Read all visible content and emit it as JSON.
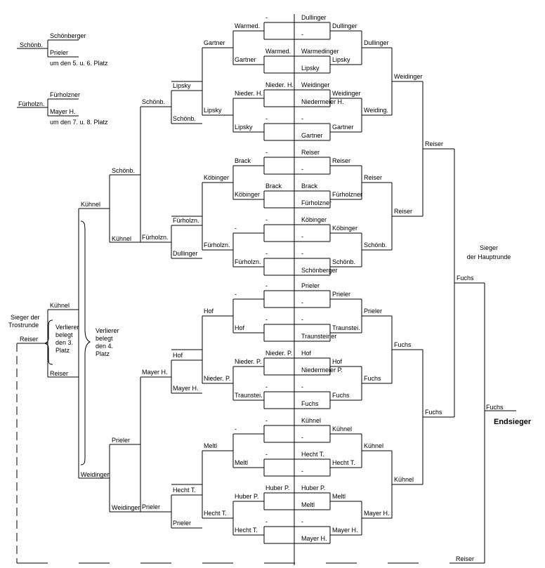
{
  "top_left": {
    "p5_pre": "Schönb.",
    "p5_a": "Schönberger",
    "p5_b": "Prieler",
    "p5_caption": "um den 5. u. 6. Platz",
    "p7_pre": "Fürholzn.",
    "p7_a": "Fürholzner",
    "p7_b": "Mayer H.",
    "p7_caption": "um den 7. u. 8. Platz"
  },
  "consolation": {
    "title_1": "Sieger der",
    "title_2": "Trostrunde",
    "winner": "Reiser",
    "semi_a": "Kühnel",
    "semi_b": "Reiser",
    "note3_1": "Verlierer",
    "note3_2": "belegt",
    "note3_3": "den 3.",
    "note3_4": "Platz",
    "note4_1": "Verlierer",
    "note4_2": "belegt",
    "note4_3": "den 4.",
    "note4_4": "Platz",
    "final_a": "Kühnel",
    "final_b": "Weidinger",
    "semi_top_a": "Schönb.",
    "semi_top_b": "Kühnel",
    "semi_bot_a": "Prieler",
    "semi_bot_b": "Weidinger",
    "r3": [
      "Schönb.",
      "Fürholzn.",
      "Mayer H.",
      "Prieler"
    ],
    "r2": [
      "Lipsky",
      "Schönb.",
      "Fürholzn.",
      "Dullinger",
      "Hof",
      "Mayer H.",
      "Hecht T.",
      "Prieler"
    ],
    "r1a": [
      "Gartner",
      "Lipsky",
      "Köbinger",
      "Fürholzn.",
      "Hof",
      "Nieder. P.",
      "Meltl",
      "Hecht T."
    ],
    "r1b": [
      "Warmed.",
      "Gartner",
      "Nieder. H.",
      "Lipsky",
      "Brack",
      "Köbinger",
      "-",
      "Fürholzn.",
      "-",
      "Hof",
      "Nieder. P.",
      "Traunstei.",
      "-",
      "Meltl",
      "Huber P.",
      "Hecht T."
    ],
    "r1c": [
      "-",
      "Warmed.",
      "Nieder. H.",
      "-",
      "-",
      "Brack",
      "-",
      "-",
      "-",
      "-",
      "Nieder. P.",
      "-",
      "-",
      "-",
      "Huber P.",
      "-"
    ]
  },
  "main": {
    "entrants": [
      "Dullinger",
      "-",
      "Warmedinger",
      "Lipsky",
      "Weidinger",
      "Niedermeier H.",
      "-",
      "Gartner",
      "Reiser",
      "-",
      "Brack",
      "Fürholzner",
      "Köbinger",
      "-",
      "-",
      "Schönberger",
      "Prieler",
      "-",
      "-",
      "Traunsteiner",
      "Hof",
      "Niedermeier P.",
      "-",
      "Fuchs",
      "Kühnel",
      "-",
      "Hecht T.",
      "-",
      "Huber P.",
      "Meltl",
      "-",
      "Mayer H."
    ],
    "r1": [
      "Dullinger",
      "Lipsky",
      "Weidinger",
      "Gartner",
      "Reiser",
      "Fürholzner",
      "Köbinger",
      "Schönb.",
      "Prieler",
      "Traunstei.",
      "Hof",
      "Fuchs",
      "Kühnel",
      "Hecht T.",
      "Meltl",
      "Mayer H."
    ],
    "r2": [
      "Dullinger",
      "Weiding.",
      "Reiser",
      "Schönb.",
      "Prieler",
      "Fuchs",
      "Kühnel",
      "Mayer H."
    ],
    "r3": [
      "Weidinger",
      "Reiser",
      "Fuchs",
      "Kühnel"
    ],
    "r4": [
      "Reiser",
      "Fuchs"
    ],
    "winner": "Fuchs",
    "winner_title_1": "Sieger",
    "winner_title_2": "der Hauptrunde"
  },
  "final": {
    "winner": "Fuchs",
    "label": "Endsieger",
    "opponent": "Reiser"
  }
}
